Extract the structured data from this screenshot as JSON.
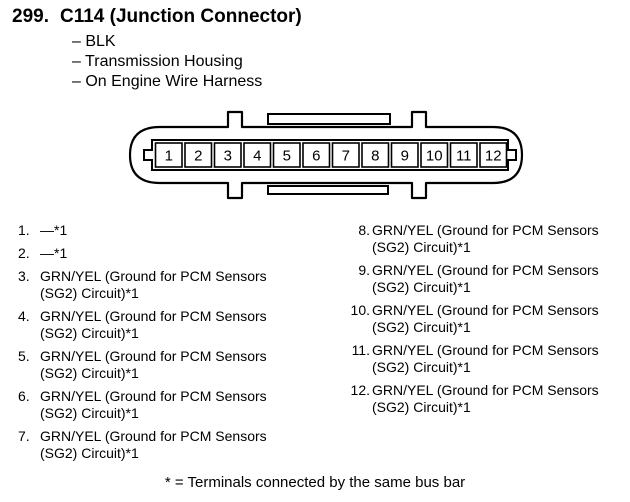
{
  "header": {
    "number": "299.",
    "title": "C114 (Junction Connector)",
    "details": [
      "– BLK",
      "– Transmission Housing",
      "– On Engine Wire Harness"
    ]
  },
  "connector": {
    "pins": [
      "1",
      "2",
      "3",
      "4",
      "5",
      "6",
      "7",
      "8",
      "9",
      "10",
      "11",
      "12"
    ]
  },
  "terminals_left": [
    {
      "n": "1.",
      "text": "—*1"
    },
    {
      "n": "2.",
      "text": "—*1"
    },
    {
      "n": "3.",
      "text": "GRN/YEL (Ground for PCM Sensors (SG2) Circuit)*1"
    },
    {
      "n": "4.",
      "text": "GRN/YEL (Ground for PCM Sensors (SG2) Circuit)*1"
    },
    {
      "n": "5.",
      "text": "GRN/YEL (Ground for PCM Sensors (SG2) Circuit)*1"
    },
    {
      "n": "6.",
      "text": "GRN/YEL (Ground for PCM Sensors (SG2) Circuit)*1"
    },
    {
      "n": "7.",
      "text": "GRN/YEL (Ground for PCM Sensors (SG2) Circuit)*1"
    }
  ],
  "terminals_right": [
    {
      "n": "8.",
      "text": "GRN/YEL (Ground for PCM Sensors (SG2) Circuit)*1"
    },
    {
      "n": "9.",
      "text": "GRN/YEL (Ground for PCM Sensors (SG2) Circuit)*1"
    },
    {
      "n": "10.",
      "text": "GRN/YEL (Ground for PCM Sensors (SG2) Circuit)*1"
    },
    {
      "n": "11.",
      "text": "GRN/YEL (Ground for PCM Sensors (SG2) Circuit)*1"
    },
    {
      "n": "12.",
      "text": "GRN/YEL (Ground for PCM Sensors (SG2) Circuit)*1"
    }
  ],
  "footer": "* = Terminals connected by the same bus bar"
}
